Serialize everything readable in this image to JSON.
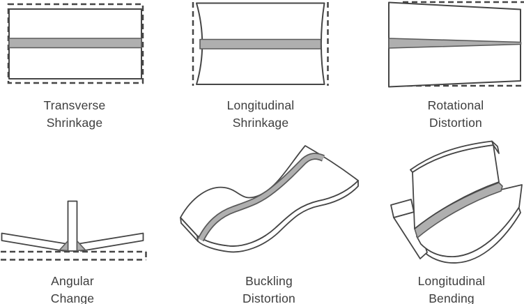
{
  "figure": {
    "title_semantic": "weld-distortion-types-diagram",
    "colors": {
      "line": "#454545",
      "weld": "#afafaf",
      "weldedge": "#5a5a5a",
      "text": "#3d3d3d",
      "bg": "#ffffff"
    },
    "panels": [
      {
        "id": "transverse-shrinkage",
        "label_line1": "Transverse",
        "label_line2": "Shrinkage"
      },
      {
        "id": "longitudinal-shrinkage",
        "label_line1": "Longitudinal",
        "label_line2": "Shrinkage"
      },
      {
        "id": "rotational-distortion",
        "label_line1": "Rotational",
        "label_line2": "Distortion"
      },
      {
        "id": "angular-change",
        "label_line1": "Angular",
        "label_line2": "Change"
      },
      {
        "id": "buckling-distortion",
        "label_line1": "Buckling",
        "label_line2": "Distortion"
      },
      {
        "id": "longitudinal-bending",
        "label_line1": "Longitudinal",
        "label_line2": "Bending"
      }
    ]
  }
}
